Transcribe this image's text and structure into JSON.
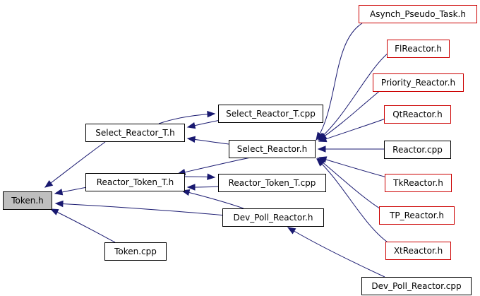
{
  "colors": {
    "edge": "#191970",
    "node_border": "#000000",
    "node_border_undocumented": "#cc0000",
    "node_fill": "#ffffff",
    "root_fill": "#bfbfbf"
  },
  "nodes": [
    {
      "id": "token_h",
      "label": "Token.h",
      "style": "root",
      "icon": "file-node"
    },
    {
      "id": "select_reactor_t_h",
      "label": "Select_Reactor_T.h",
      "style": "documented"
    },
    {
      "id": "reactor_token_t_h",
      "label": "Reactor_Token_T.h",
      "style": "documented"
    },
    {
      "id": "token_cpp",
      "label": "Token.cpp",
      "style": "documented"
    },
    {
      "id": "select_reactor_t_cpp",
      "label": "Select_Reactor_T.cpp",
      "style": "documented"
    },
    {
      "id": "select_reactor_h",
      "label": "Select_Reactor.h",
      "style": "documented"
    },
    {
      "id": "reactor_token_t_cpp",
      "label": "Reactor_Token_T.cpp",
      "style": "documented"
    },
    {
      "id": "dev_poll_reactor_h",
      "label": "Dev_Poll_Reactor.h",
      "style": "documented"
    },
    {
      "id": "asynch_pseudo_task_h",
      "label": "Asynch_Pseudo_Task.h",
      "style": "undocumented"
    },
    {
      "id": "flreactor_h",
      "label": "FlReactor.h",
      "style": "undocumented"
    },
    {
      "id": "priority_reactor_h",
      "label": "Priority_Reactor.h",
      "style": "undocumented"
    },
    {
      "id": "qtreactor_h",
      "label": "QtReactor.h",
      "style": "undocumented"
    },
    {
      "id": "reactor_cpp",
      "label": "Reactor.cpp",
      "style": "documented"
    },
    {
      "id": "tkreactor_h",
      "label": "TkReactor.h",
      "style": "undocumented"
    },
    {
      "id": "tp_reactor_h",
      "label": "TP_Reactor.h",
      "style": "undocumented"
    },
    {
      "id": "xtreactor_h",
      "label": "XtReactor.h",
      "style": "undocumented"
    },
    {
      "id": "dev_poll_reactor_cpp",
      "label": "Dev_Poll_Reactor.cpp",
      "style": "documented"
    }
  ],
  "edges": [
    {
      "from": "select_reactor_t_h",
      "to": "token_h"
    },
    {
      "from": "reactor_token_t_h",
      "to": "token_h"
    },
    {
      "from": "dev_poll_reactor_h",
      "to": "token_h"
    },
    {
      "from": "token_cpp",
      "to": "token_h"
    },
    {
      "from": "select_reactor_t_cpp",
      "to": "select_reactor_t_h"
    },
    {
      "from": "select_reactor_h",
      "to": "select_reactor_t_h"
    },
    {
      "from": "select_reactor_t_h",
      "to": "select_reactor_t_cpp"
    },
    {
      "from": "reactor_token_t_cpp",
      "to": "reactor_token_t_h"
    },
    {
      "from": "select_reactor_h",
      "to": "reactor_token_t_h"
    },
    {
      "from": "dev_poll_reactor_h",
      "to": "reactor_token_t_h"
    },
    {
      "from": "reactor_token_t_h",
      "to": "reactor_token_t_cpp"
    },
    {
      "from": "asynch_pseudo_task_h",
      "to": "select_reactor_h"
    },
    {
      "from": "flreactor_h",
      "to": "select_reactor_h"
    },
    {
      "from": "priority_reactor_h",
      "to": "select_reactor_h"
    },
    {
      "from": "qtreactor_h",
      "to": "select_reactor_h"
    },
    {
      "from": "reactor_cpp",
      "to": "select_reactor_h"
    },
    {
      "from": "tkreactor_h",
      "to": "select_reactor_h"
    },
    {
      "from": "tp_reactor_h",
      "to": "select_reactor_h"
    },
    {
      "from": "xtreactor_h",
      "to": "select_reactor_h"
    },
    {
      "from": "dev_poll_reactor_cpp",
      "to": "dev_poll_reactor_h"
    }
  ]
}
